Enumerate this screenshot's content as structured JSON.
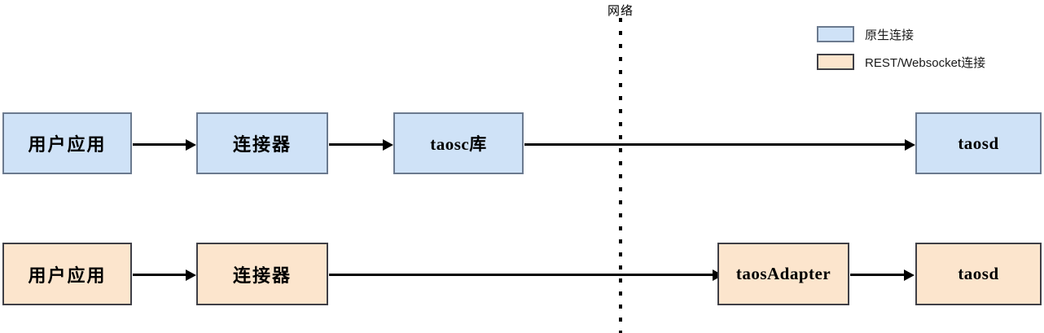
{
  "diagram": {
    "type": "flow-diagram",
    "network_label": "网络",
    "colors": {
      "native_fill": "#cfe2f7",
      "native_border": "#6b7a8f",
      "rest_fill": "#fce5cd",
      "rest_border": "#3f3f46",
      "edge": "#000000",
      "background": "#ffffff"
    },
    "legend": {
      "items": [
        {
          "swatch": "blue",
          "label": "原生连接"
        },
        {
          "swatch": "peach",
          "label": "REST/Websocket连接"
        }
      ]
    },
    "rows": [
      {
        "name": "native-connection-row",
        "style": "blue",
        "nodes": [
          {
            "id": "top-user-app",
            "label": "用户应用",
            "cjk": true
          },
          {
            "id": "top-connector",
            "label": "连接器",
            "cjk": true
          },
          {
            "id": "top-taosc",
            "label": "taosc库",
            "cjk": false
          },
          {
            "id": "top-taosd",
            "label": "taosd",
            "cjk": false
          }
        ],
        "edges": [
          {
            "from": "top-user-app",
            "to": "top-connector",
            "arrow": true
          },
          {
            "from": "top-connector",
            "to": "top-taosc",
            "arrow": true
          },
          {
            "from": "top-taosc",
            "to": "top-taosd",
            "arrow": true,
            "crosses_network": true
          }
        ]
      },
      {
        "name": "rest-websocket-connection-row",
        "style": "peach",
        "nodes": [
          {
            "id": "bottom-user-app",
            "label": "用户应用",
            "cjk": true
          },
          {
            "id": "bottom-connector",
            "label": "连接器",
            "cjk": true
          },
          {
            "id": "bottom-taosadapter",
            "label": "taosAdapter",
            "cjk": false
          },
          {
            "id": "bottom-taosd",
            "label": "taosd",
            "cjk": false
          }
        ],
        "edges": [
          {
            "from": "bottom-user-app",
            "to": "bottom-connector",
            "arrow": true
          },
          {
            "from": "bottom-connector",
            "to": "bottom-taosadapter",
            "arrow": true,
            "crosses_network": true
          },
          {
            "from": "bottom-taosadapter",
            "to": "bottom-taosd",
            "arrow": true
          }
        ]
      }
    ]
  }
}
